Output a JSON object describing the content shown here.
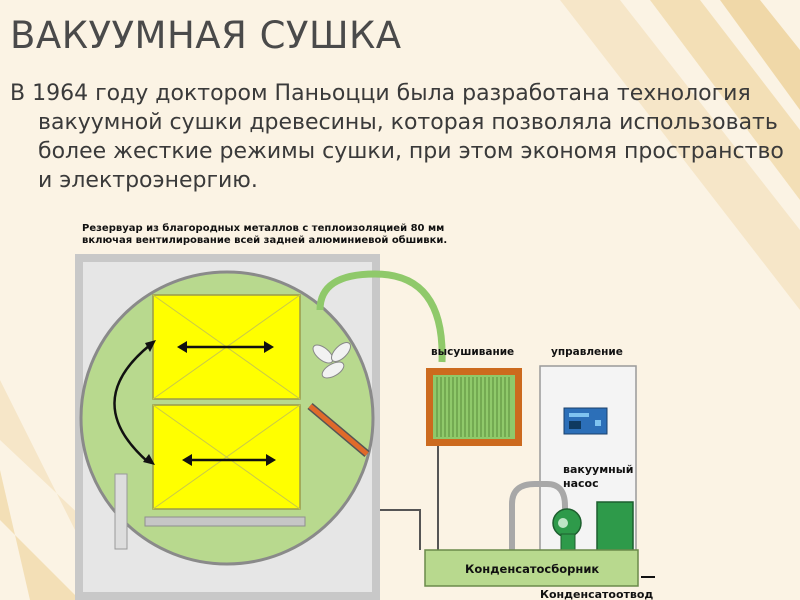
{
  "slide": {
    "title": "ВАКУУМНАЯ СУШКА",
    "body": "В 1964 году доктором Паньоцци была разработана технология вакуумной сушки древесины, которая позволяла использовать более жесткие режимы сушки, при этом экономя пространство и электроэнергию."
  },
  "diagram": {
    "caption_line1": "Резервуар из благородных металлов с теплоизоляцией 80 мм",
    "caption_line2": "включая  вентилирование всей задней алюминиевой обшивки.",
    "label_drying": "высушивание",
    "label_control": "управление",
    "label_pump_line1": "вакуумный",
    "label_pump_line2": "насос",
    "label_collector": "Конденсатосборник",
    "label_drain": "Конденсатоотвод"
  },
  "colors": {
    "chamber_fill": "#b8d98e",
    "wood_stack": "#ffff00",
    "tank_frame": "#c8c8c8",
    "pipe_green": "#8fc96a",
    "condenser_frame": "#cc6a1e",
    "pump_green": "#2e9a4a"
  }
}
